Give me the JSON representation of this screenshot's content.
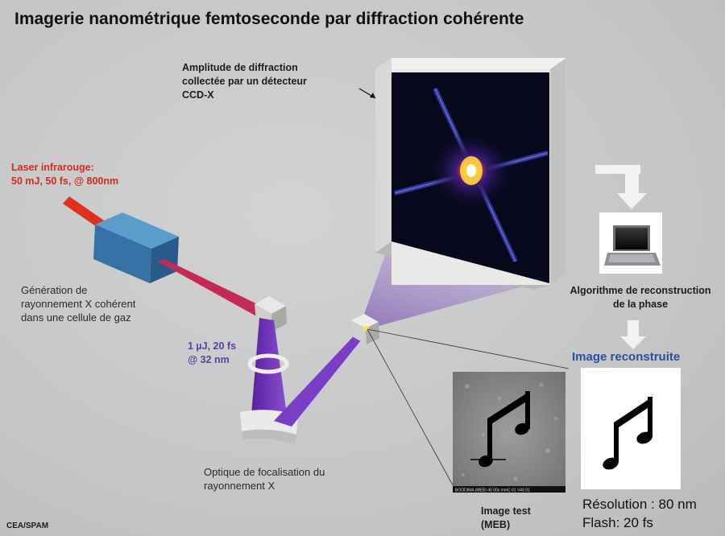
{
  "title": "Imagerie nanométrique femtoseconde par diffraction cohérente",
  "labels": {
    "detector": "Amplitude de diffraction\ncollectée par un détecteur\nCCD-X",
    "laser": "Laser infrarouge:\n50 mJ, 50 fs, @ 800nm",
    "generation": "Génération de\nrayonnement X cohérent\ndans une cellule de gaz",
    "xray_params": "1 µJ, 20 fs\n@ 32 nm",
    "optics": "Optique de focalisation du\nrayonnement X",
    "algorithm": "Algorithme de reconstruction\nde la phase",
    "reconstructed_title": "Image reconstruite",
    "test_image": "Image test\n(MEB)",
    "resolution": "Résolution : 80 nm\nFlash: 20 fs",
    "credit": "CEA/SPAM",
    "sem_caption": "BOODIMA (MEB) 40 00x mmC 01 V40 01"
  },
  "colors": {
    "laser_red": "#d62a1f",
    "xray_purple": "#7b3fc0",
    "box_blue": "#3d7fb3",
    "title_blue": "#2a4ea0"
  }
}
